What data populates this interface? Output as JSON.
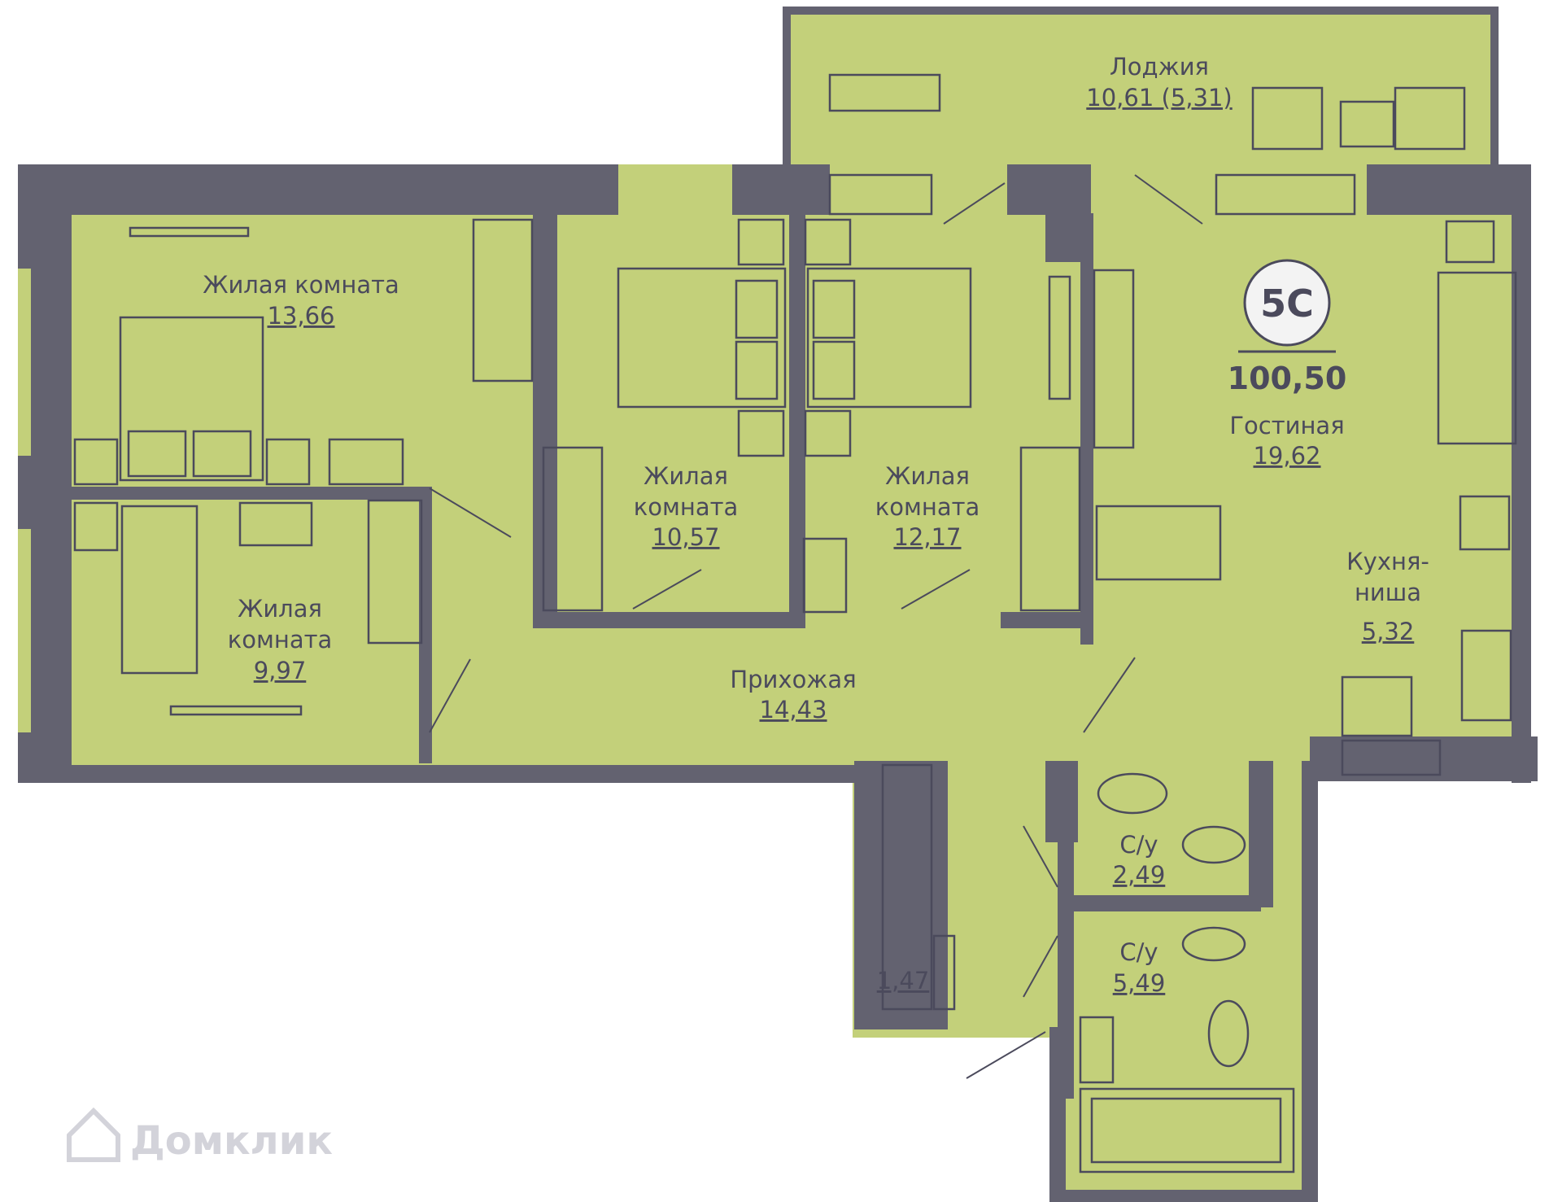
{
  "apartment": {
    "type_badge": "5С",
    "total_area": "100,50"
  },
  "rooms": {
    "loggia": {
      "name": "Лоджия",
      "area": "10,61 (5,31)"
    },
    "bedroom_13": {
      "name": "Жилая комната",
      "area": "13,66"
    },
    "bedroom_10": {
      "name_line1": "Жилая",
      "name_line2": "комната",
      "area": "10,57"
    },
    "bedroom_12": {
      "name_line1": "Жилая",
      "name_line2": "комната",
      "area": "12,17"
    },
    "bedroom_9": {
      "name_line1": "Жилая",
      "name_line2": "комната",
      "area": "9,97"
    },
    "living": {
      "name": "Гостиная",
      "area": "19,62"
    },
    "kitchen": {
      "name_line1": "Кухня-",
      "name_line2": "ниша",
      "area": "5,32"
    },
    "hallway": {
      "name": "Прихожая",
      "area": "14,43"
    },
    "wc_small": {
      "name": "С/у",
      "area": "2,49"
    },
    "wc_large": {
      "name": "С/у",
      "area": "5,49"
    },
    "storage": {
      "area": "1,47"
    }
  },
  "watermark": {
    "text": "Домклик"
  },
  "colors": {
    "floor": "#c3d07a",
    "wall": "#636270",
    "ink": "#4b4a5c",
    "badge_bg": "#f3f3f3"
  }
}
